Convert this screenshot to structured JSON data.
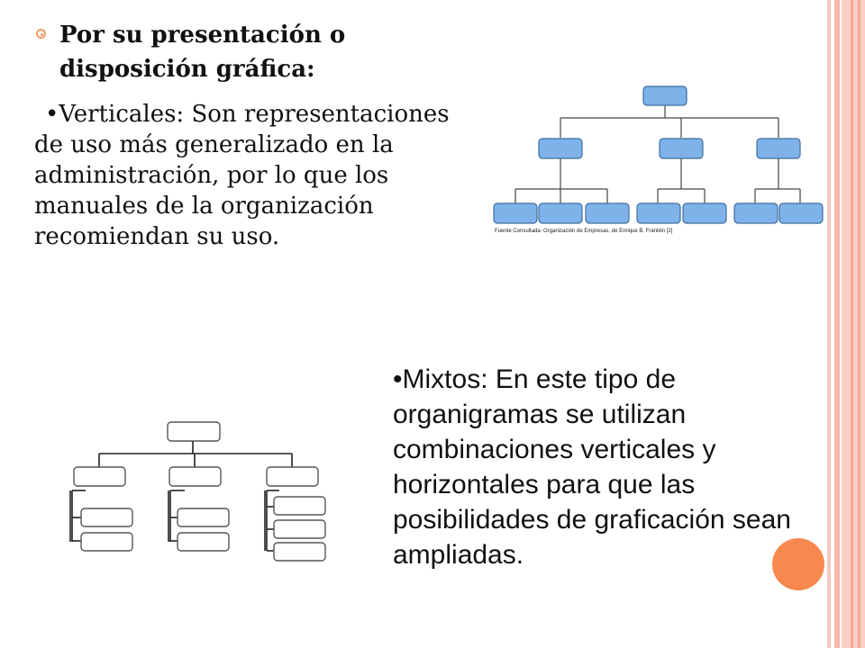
{
  "heading": {
    "line1": "Por su presentación o",
    "line2": "disposición gráfica:"
  },
  "verticales": {
    "bullet": "•",
    "text": "Verticales: Son representaciones de uso más generalizado en la administración, por lo que los manuales de la organización recomiendan su uso."
  },
  "mixtos": {
    "bullet": "•",
    "text": "Mixtos: En este tipo de organigramas se utilizan combinaciones verticales y horizontales para que las posibilidades de graficación sean ampliadas."
  },
  "vertical_chart": {
    "caption": "Fuente Consultada: Organización de Empresas, de Enrique B. Franklin [2]",
    "box_color": "#7fb2e8",
    "box_border": "#3f6f9f"
  },
  "colors": {
    "accent_orange": "#f7894f",
    "stripe_pink": "#f9cfc4"
  }
}
